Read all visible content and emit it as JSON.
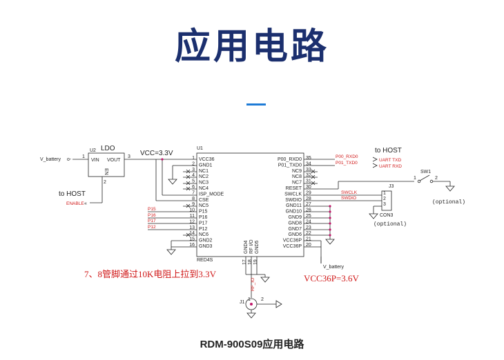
{
  "title": "应用电路",
  "caption": "RDM-900S09应用电路",
  "colors": {
    "title": "#1b2f6e",
    "accent": "#1e7bd6",
    "red": "#d01818"
  },
  "ldo": {
    "label": "LDO",
    "ref": "U2",
    "vin": "VIN",
    "vout": "VOUT",
    "en": "EN",
    "pin1": "1",
    "pin2": "2",
    "pin3": "3",
    "vbat_label": "V_battery",
    "host": "to HOST",
    "enable": "ENABLE"
  },
  "vcc_label": "VCC=3.3V",
  "chip": {
    "ref": "U1",
    "name": "RED4S",
    "left_pins": [
      {
        "num": "1",
        "name": "VCC36"
      },
      {
        "num": "2",
        "name": "GND1"
      },
      {
        "num": "3",
        "name": "NC1"
      },
      {
        "num": "4",
        "name": "NC2"
      },
      {
        "num": "5",
        "name": "NC3"
      },
      {
        "num": "6",
        "name": "NC4"
      },
      {
        "num": "7",
        "name": "ISP_MODE"
      },
      {
        "num": "8",
        "name": "CSE"
      },
      {
        "num": "9",
        "name": "NC5"
      },
      {
        "num": "10",
        "name": "P15"
      },
      {
        "num": "11",
        "name": "P16"
      },
      {
        "num": "12",
        "name": "P17"
      },
      {
        "num": "13",
        "name": "P12"
      },
      {
        "num": "14",
        "name": "NC6"
      },
      {
        "num": "15",
        "name": "GND2"
      },
      {
        "num": "16",
        "name": "GND3"
      }
    ],
    "right_pins": [
      {
        "num": "35",
        "name": "P00_RXD0"
      },
      {
        "num": "34",
        "name": "P01_TXD0"
      },
      {
        "num": "33",
        "name": "NC9"
      },
      {
        "num": "32",
        "name": "NC8"
      },
      {
        "num": "31",
        "name": "NC7"
      },
      {
        "num": "30",
        "name": "RESET"
      },
      {
        "num": "29",
        "name": "SWCLK"
      },
      {
        "num": "28",
        "name": "SWDIO"
      },
      {
        "num": "27",
        "name": "GND11"
      },
      {
        "num": "26",
        "name": "GND10"
      },
      {
        "num": "25",
        "name": "GND9"
      },
      {
        "num": "24",
        "name": "GND8"
      },
      {
        "num": "23",
        "name": "GND7"
      },
      {
        "num": "22",
        "name": "GND6"
      },
      {
        "num": "21",
        "name": "VCC36P"
      },
      {
        "num": "20",
        "name": "VCC36P"
      }
    ],
    "bottom_pins": [
      {
        "num": "17",
        "name": "GND4"
      },
      {
        "num": "18",
        "name": "RF I/O"
      },
      {
        "num": "19",
        "name": "GND5"
      }
    ]
  },
  "left_nets": [
    "P15",
    "P16",
    "P17",
    "P12"
  ],
  "uart": {
    "host": "to HOST",
    "rx_net": "P00_RXD0",
    "tx_net": "P01_TXD0",
    "tx": "UART TXD",
    "rx": "UART RXD"
  },
  "sw": {
    "ref": "SW1",
    "p1": "1",
    "p2": "2",
    "note": "(optional)"
  },
  "con": {
    "ref": "J3",
    "name": "CON3",
    "swclk": "SWCLK",
    "swdio": "SWDIO",
    "p1": "1",
    "p2": "2",
    "p3": "3",
    "note": "(optional)"
  },
  "vbat2": "V_battery",
  "note_pull": "7、8管脚通过10K电阻上拉到3.3V",
  "note_vcc": "VCC36P=3.6V",
  "rf": {
    "net": "RF_IO",
    "ref": "J1",
    "p1": "1",
    "p2": "2"
  }
}
